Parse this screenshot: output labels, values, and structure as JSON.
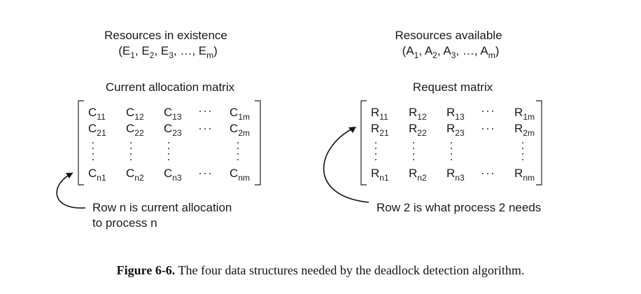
{
  "left": {
    "existence_title": "Resources in existence",
    "existence_vector": {
      "open": "(",
      "items": [
        {
          "base": "E",
          "sub": "1"
        },
        {
          "base": "E",
          "sub": "2"
        },
        {
          "base": "E",
          "sub": "3"
        }
      ],
      "ellipsis": "…",
      "last": {
        "base": "E",
        "sub": "m"
      },
      "close": ")"
    },
    "matrix_title": "Current allocation matrix",
    "matrix": {
      "row1": [
        {
          "base": "C",
          "sub": "11"
        },
        {
          "base": "C",
          "sub": "12"
        },
        {
          "base": "C",
          "sub": "13"
        },
        {
          "base": "C",
          "sub": "1m"
        }
      ],
      "row2": [
        {
          "base": "C",
          "sub": "21"
        },
        {
          "base": "C",
          "sub": "22"
        },
        {
          "base": "C",
          "sub": "23"
        },
        {
          "base": "C",
          "sub": "2m"
        }
      ],
      "rown": [
        {
          "base": "C",
          "sub": "n1"
        },
        {
          "base": "C",
          "sub": "n2"
        },
        {
          "base": "C",
          "sub": "n3"
        },
        {
          "base": "C",
          "sub": "nm"
        }
      ]
    },
    "annotation": [
      "Row n is current allocation",
      "to process n"
    ]
  },
  "right": {
    "available_title": "Resources available",
    "available_vector": {
      "open": "(",
      "items": [
        {
          "base": "A",
          "sub": "1"
        },
        {
          "base": "A",
          "sub": "2"
        },
        {
          "base": "A",
          "sub": "3"
        }
      ],
      "ellipsis": "…",
      "last": {
        "base": "A",
        "sub": "m"
      },
      "close": ")"
    },
    "matrix_title": "Request matrix",
    "matrix": {
      "row1": [
        {
          "base": "R",
          "sub": "11"
        },
        {
          "base": "R",
          "sub": "12"
        },
        {
          "base": "R",
          "sub": "13"
        },
        {
          "base": "R",
          "sub": "1m"
        }
      ],
      "row2": [
        {
          "base": "R",
          "sub": "21"
        },
        {
          "base": "R",
          "sub": "22"
        },
        {
          "base": "R",
          "sub": "23"
        },
        {
          "base": "R",
          "sub": "2m"
        }
      ],
      "rown": [
        {
          "base": "R",
          "sub": "n1"
        },
        {
          "base": "R",
          "sub": "n2"
        },
        {
          "base": "R",
          "sub": "n3"
        },
        {
          "base": "R",
          "sub": "nm"
        }
      ]
    },
    "annotation": [
      "Row 2 is what process 2 needs"
    ]
  },
  "caption": {
    "label": "Figure 6-6.",
    "text": "The four data structures needed by the deadlock detection algorithm."
  }
}
